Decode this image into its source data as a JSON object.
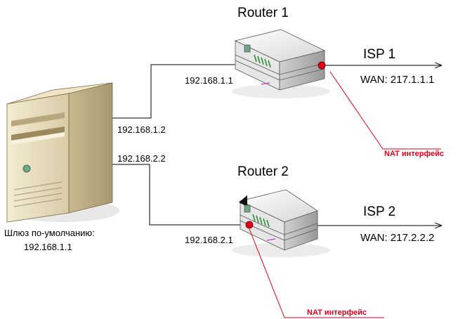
{
  "server": {
    "gateway_label": "Шлюз по-умолчанию:",
    "gateway_value": "192.168.1.1",
    "iface1_ip": "192.168.1.2",
    "iface2_ip": "192.168.2.2"
  },
  "routers": [
    {
      "title": "Router 1",
      "lan_ip": "192.168.1.1",
      "isp": "ISP 1",
      "wan": "WAN: 217.1.1.1",
      "nat_label": "NAT интерфейс"
    },
    {
      "title": "Router 2",
      "lan_ip": "192.168.2.1",
      "isp": "ISP 2",
      "wan": "WAN: 217.2.2.2",
      "nat_label": "NAT интерфейс"
    }
  ],
  "colors": {
    "nat": "#e0001b",
    "nat_dot": "#e0001b",
    "line": "#000000"
  }
}
